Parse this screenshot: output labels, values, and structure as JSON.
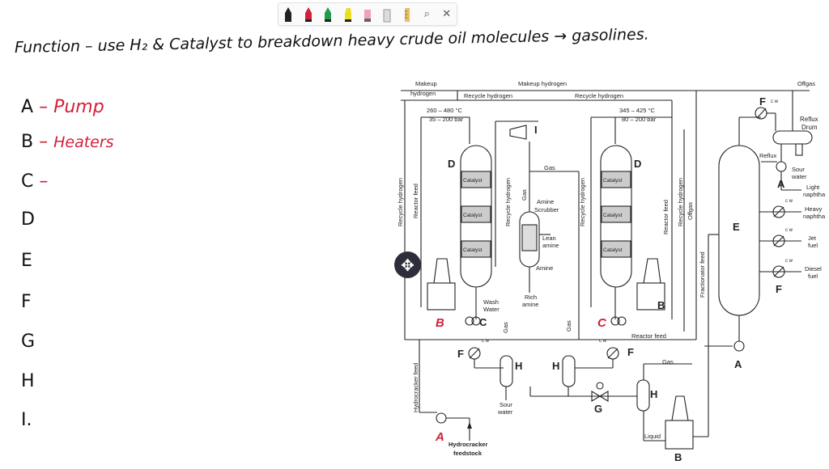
{
  "toolbar": {
    "tools": [
      {
        "name": "black-pen-icon",
        "color": "#222222"
      },
      {
        "name": "red-pen-icon",
        "color": "#d3203a"
      },
      {
        "name": "green-pen-icon",
        "color": "#1e9e4a"
      },
      {
        "name": "yellow-highlighter-icon",
        "color": "#e8e020"
      },
      {
        "name": "pink-highlighter-icon",
        "color": "#f0a0c0"
      },
      {
        "name": "eraser-icon",
        "color": "#c8c8c8"
      },
      {
        "name": "ruler-icon",
        "color": "#e8c060"
      }
    ],
    "zoom_glyph": "⌕",
    "close_glyph": "✕"
  },
  "notes": {
    "title": "Function – use H₂ & Catalyst to breakdown heavy crude oil molecules → gasolines.",
    "rows": [
      {
        "letter": "A",
        "dash": "–",
        "answer": "Pump"
      },
      {
        "letter": "B",
        "dash": "–",
        "answer": "Heaters"
      },
      {
        "letter": "C",
        "dash": "–",
        "answer": ""
      },
      {
        "letter": "D",
        "dash": "",
        "answer": ""
      },
      {
        "letter": "E",
        "dash": "",
        "answer": ""
      },
      {
        "letter": "F",
        "dash": "",
        "answer": ""
      },
      {
        "letter": "G",
        "dash": "",
        "answer": ""
      },
      {
        "letter": "H",
        "dash": "",
        "answer": ""
      },
      {
        "letter": "I.",
        "dash": "",
        "answer": ""
      }
    ]
  },
  "diagram": {
    "makeup_hydrogen_left": "Makeup",
    "makeup_hydrogen_left2": "hydrogen",
    "makeup_hydrogen_top": "Makeup hydrogen",
    "recycle_hydrogen_1": "Recycle hydrogen",
    "recycle_hydrogen_2": "Recycle hydrogen",
    "offgas": "Offgas",
    "reactor1_temp": "260 – 480 °C",
    "reactor1_pres": "35 – 200 bar",
    "reactor2_temp": "345 – 425 °C",
    "reactor2_pres": "80 – 200 bar",
    "catalyst": "Catalyst",
    "gas": "Gas",
    "amine_scrubber_1": "Amine",
    "amine_scrubber_2": "Scrubber",
    "lean_amine_1": "Lean",
    "lean_amine_2": "amine",
    "amine": "Amine",
    "rich_amine_1": "Rich",
    "rich_amine_2": "amine",
    "wash_water_1": "Wash",
    "wash_water_2": "Water",
    "recycle_hydrogen_v": "Recycle hydrogen",
    "reactor_feed_v": "Reactor feed",
    "offgas_v": "Offgas",
    "fractionator_feed": "Fractionator feed",
    "reactor_feed_h": "Reactor feed",
    "hydrocracker_feed_v": "Hydrocracker feed",
    "hydrocracker_feedstock_1": "Hydrocracker",
    "hydrocracker_feedstock_2": "feedstock",
    "sour_water_1": "Sour",
    "sour_water_2": "water",
    "liquid": "Liquid",
    "reflux": "Reflux",
    "reflux_drum_1": "Reflux",
    "reflux_drum_2": "Drum",
    "light_naphtha_1": "Light",
    "light_naphtha_2": "naphtha",
    "heavy_naphtha_1": "Heavy",
    "heavy_naphtha_2": "naphtha",
    "jet_fuel_1": "Jet",
    "jet_fuel_2": "fuel",
    "diesel_fuel_1": "Diesel",
    "diesel_fuel_2": "fuel",
    "cw": "c w",
    "labels": {
      "A": "A",
      "B": "B",
      "C": "C",
      "D": "D",
      "E": "E",
      "F": "F",
      "G": "G",
      "H": "H",
      "I": "I"
    },
    "hand_labels": {
      "B": "B",
      "C": "C",
      "A": "A"
    }
  }
}
